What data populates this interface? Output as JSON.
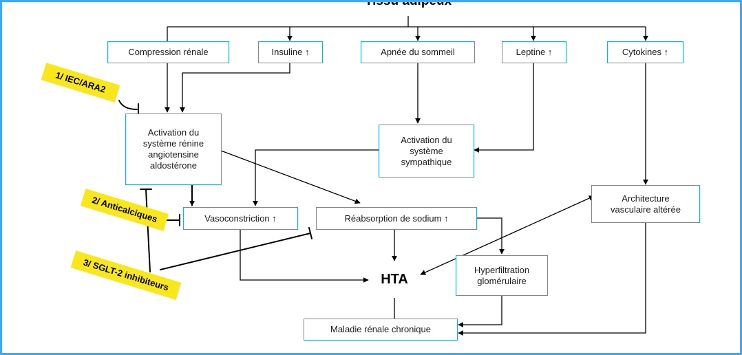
{
  "title": "Tissu adipeux",
  "nodes": {
    "compression": "Compression rénale",
    "insuline": "Insuline ↑",
    "apnee": "Apnée du sommeil",
    "leptine": "Leptine ↑",
    "cytokines": "Cytokines ↑",
    "sraa": "Activation du\nsystème rénine\nangiotensine\naldostérone",
    "sympathique": "Activation du\nsystème\nsympathique",
    "architecture": "Architecture\nvasculaire altérée",
    "vasoconstriction": "Vasoconstriction ↑",
    "reabsorption": "Réabsorption de sodium ↑",
    "hyperfiltration": "Hyperfiltration\nglomérulaire",
    "maladie": "Maladie rénale chronique",
    "hta": "HTA"
  },
  "treatments": {
    "iec": "1/ IEC/ARA2",
    "anticalciques": "2/ Anticalciques",
    "sglt2": "3/ SGLT-2 inhibiteurs"
  },
  "colors": {
    "frame": "#3fa9f5",
    "box_border": "#29a3e6",
    "tag": "#f8e71c"
  }
}
